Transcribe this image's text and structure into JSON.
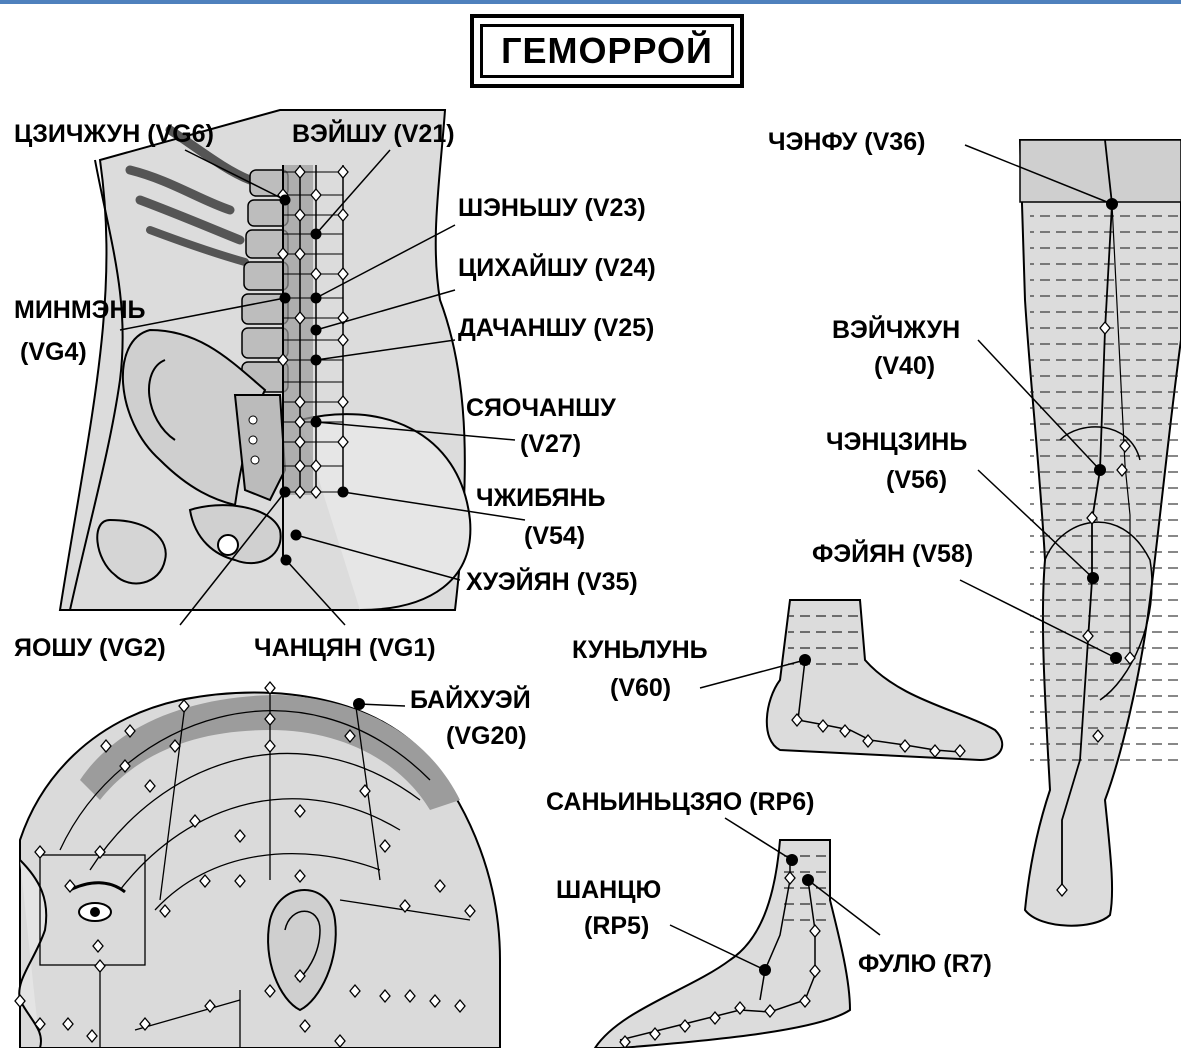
{
  "title": "ГЕМОРРОЙ",
  "labels": {
    "vg6": "ЦЗИЧЖУН (VG6)",
    "v21": "ВЭЙШУ (V21)",
    "v23": "ШЭНЬШУ (V23)",
    "v24": "ЦИХАЙШУ (V24)",
    "vg4_name": "МИНМЭНЬ",
    "vg4_code": "(VG4)",
    "v25": "ДАЧАНШУ (V25)",
    "v27_name": "СЯОЧАНШУ",
    "v27_code": "(V27)",
    "v54_name": "ЧЖИБЯНЬ",
    "v54_code": "(V54)",
    "v35": "ХУЭЙЯН (V35)",
    "vg2": "ЯОШУ (VG2)",
    "vg1": "ЧАНЦЯН (VG1)",
    "v36": "ЧЭНФУ (V36)",
    "v40_name": "ВЭЙЧЖУН",
    "v40_code": "(V40)",
    "v56_name": "ЧЭНЦЗИНЬ",
    "v56_code": "(V56)",
    "v58": "ФЭЙЯН (V58)",
    "v60_name": "КУНЬЛУНЬ",
    "v60_code": "(V60)",
    "vg20_name": "БАЙХУЭЙ",
    "vg20_code": "(VG20)",
    "rp6": "САНЬИНЬЦЗЯО (RP6)",
    "rp5_name": "ШАНЦЮ",
    "rp5_code": "(RP5)",
    "r7": "ФУЛЮ (R7)"
  },
  "colors": {
    "ink": "#000000",
    "body_fill": "#d9d9d9",
    "body_dark": "#8c8c8c",
    "accent_bar": "#4f81bd"
  }
}
